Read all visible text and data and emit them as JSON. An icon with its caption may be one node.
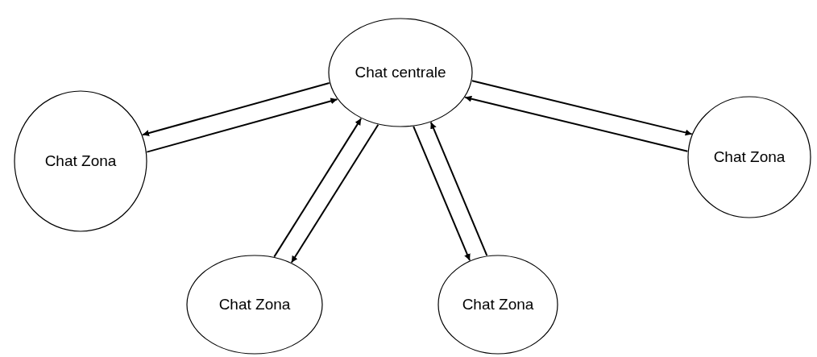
{
  "diagram": {
    "nodes": [
      {
        "text": [
          "Chat centrale"
        ]
      },
      {
        "text": [
          "Chat Zona"
        ]
      },
      {
        "text": [
          "Chat Zona"
        ]
      },
      {
        "text": [
          "Chat Zona"
        ]
      },
      {
        "text": [
          "Chat Zona"
        ]
      }
    ],
    "edges": [
      {
        "from": 1,
        "to": 0,
        "arrow": "to"
      },
      {
        "from": 0,
        "to": 1,
        "arrow": "to"
      },
      {
        "from": 0,
        "to": 2,
        "arrow": "to"
      },
      {
        "from": 2,
        "to": 0,
        "arrow": "to"
      },
      {
        "from": 3,
        "to": 0,
        "arrow": "to"
      },
      {
        "from": 0,
        "to": 3,
        "arrow": "to"
      },
      {
        "from": 0,
        "to": 4,
        "arrow": "to"
      },
      {
        "from": 4,
        "to": 0,
        "arrow": "to"
      }
    ]
  }
}
